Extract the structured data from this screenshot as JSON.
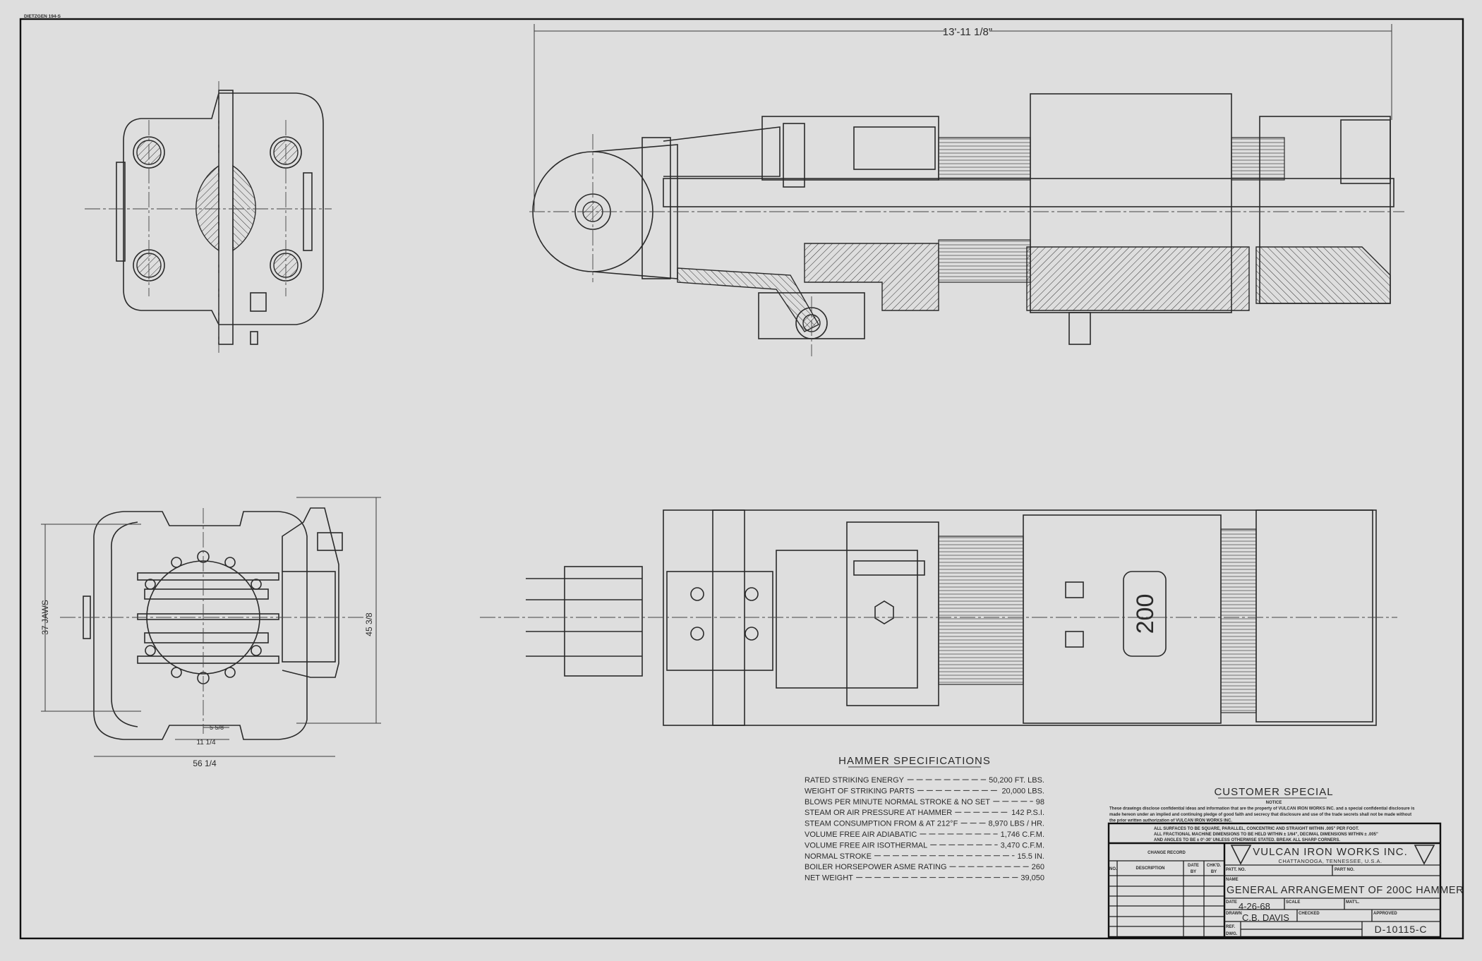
{
  "sheet": {
    "paper_stamp": "DIETZGEN 194-S",
    "colors": {
      "paper": "#dedede",
      "ink": "#2a2a2a"
    }
  },
  "dimensions": {
    "overall_length": "13'-11 1/8\"",
    "jaws": "37 JAWS",
    "height": "45 3/8",
    "width": "56 1/4",
    "slot_width": "11 1/4",
    "slot_offset": "5 5/8"
  },
  "plate_label": "200",
  "specifications": {
    "title": "HAMMER SPECIFICATIONS",
    "rows": [
      {
        "label": "RATED STRIKING ENERGY",
        "value": "50,200 FT. LBS."
      },
      {
        "label": "WEIGHT OF STRIKING PARTS",
        "value": "20,000 LBS."
      },
      {
        "label": "BLOWS PER MINUTE  NORMAL STROKE & NO SET",
        "value": "98"
      },
      {
        "label": "STEAM OR AIR PRESSURE AT HAMMER",
        "value": "142 P.S.I."
      },
      {
        "label": "STEAM CONSUMPTION FROM & AT 212°F",
        "value": "8,970 LBS / HR."
      },
      {
        "label": "VOLUME FREE AIR  ADIABATIC",
        "value": "1,746 C.F.M."
      },
      {
        "label": "VOLUME FREE AIR  ISOTHERMAL",
        "value": "3,470 C.F.M."
      },
      {
        "label": "NORMAL STROKE",
        "value": "15.5 IN."
      },
      {
        "label": "BOILER HORSEPOWER ASME RATING",
        "value": "260"
      },
      {
        "label": "NET WEIGHT",
        "value": "39,050"
      }
    ]
  },
  "title_block": {
    "customer_special": "CUSTOMER SPECIAL",
    "notice_heading": "NOTICE",
    "notice_lines": [
      "These drawings disclose confidential ideas and information that are the property of VULCAN IRON WORKS INC. and a special confidential disclosure is",
      "made hereon under an implied and continuing pledge of good faith and secrecy that disclosure and use of the trade secrets shall not be made without",
      "the prior written authorization of VULCAN IRON WORKS INC."
    ],
    "tolerance_lines": [
      "ALL SURFACES TO BE SQUARE, PARALLEL, CONCENTRIC AND STRAIGHT WITHIN .005\" PER FOOT.",
      "ALL FRACTIONAL MACHINE DIMENSIONS TO BE HELD WITHIN ± 1/64\", DECIMAL DIMENSIONS WITHIN ± .005\"",
      "AND ANGLES TO BE ± 0°-30' UNLESS OTHERWISE STATED. BREAK ALL SHARP CORNERS."
    ],
    "change_record": {
      "title": "CHANGE RECORD",
      "col_no": "NO.",
      "col_description": "DESCRIPTION",
      "col_date": "DATE",
      "col_date_by": "BY",
      "col_chkd": "CHK'D.",
      "col_chkd_by": "BY"
    },
    "company": "VULCAN IRON WORKS INC.",
    "location": "CHATTANOOGA, TENNESSEE, U.S.A.",
    "patt_no_label": "PATT. NO.",
    "part_no_label": "PART NO.",
    "name_label": "NAME",
    "name_value": "GENERAL ARRANGEMENT OF 200C HAMMER",
    "date_label": "DATE",
    "date_value": "4-26-68",
    "scale_label": "SCALE",
    "matl_label": "MAT'L.",
    "drawn_label": "DRAWN",
    "drawn_value": "C.B. DAVIS",
    "checked_label": "CHECKED",
    "approved_label": "APPROVED",
    "ref_dwg_label_1": "REF.",
    "ref_dwg_label_2": "DWG.",
    "drawing_number": "D-10115-C"
  }
}
